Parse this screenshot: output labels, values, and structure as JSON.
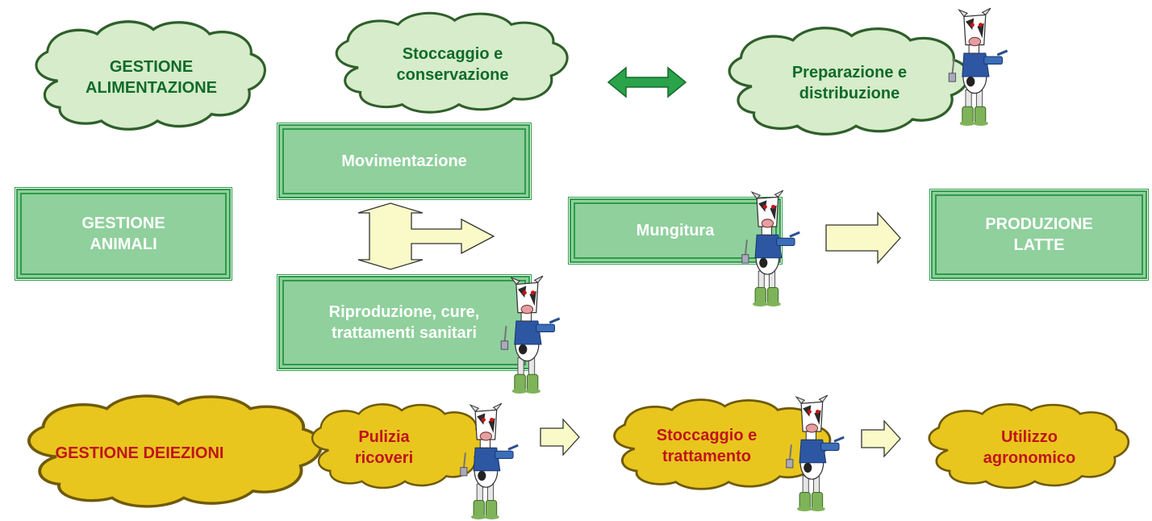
{
  "clouds": {
    "gestione_alimentazione": "GESTIONE\nALIMENTAZIONE",
    "stoccaggio_conservazione": "Stoccaggio e\nconservazione",
    "preparazione_distribuzione": "Preparazione e\ndistribuzione",
    "gestione_deiezioni": "GESTIONE DEIEZIONI",
    "pulizia_ricoveri": "Pulizia\nricoveri",
    "stoccaggio_trattamento": "Stoccaggio e\ntrattamento",
    "utilizzo_agronomico": "Utilizzo\nagronomico"
  },
  "boxes": {
    "gestione_animali": "GESTIONE\nANIMALI",
    "movimentazione": "Movimentazione",
    "riproduzione": "Riproduzione, cure,\ntrattamenti sanitari",
    "mungitura": "Mungitura",
    "produzione_latte": "PRODUZIONE\nLATTE"
  },
  "colors": {
    "green_cloud_fill": "#d6ecca",
    "green_cloud_stroke": "#2f5f2a",
    "green_text": "#0f6b2a",
    "yellow_cloud_fill": "#e8c61e",
    "yellow_cloud_stroke": "#6f5a0a",
    "red_text": "#c0141c",
    "box_fill": "#8fd09c",
    "box_border": "#2e9a4a",
    "arrow_fill": "#fafac8",
    "double_arrow_fill": "#2aa34a"
  },
  "icons": [
    "cow-mascot-icon"
  ]
}
